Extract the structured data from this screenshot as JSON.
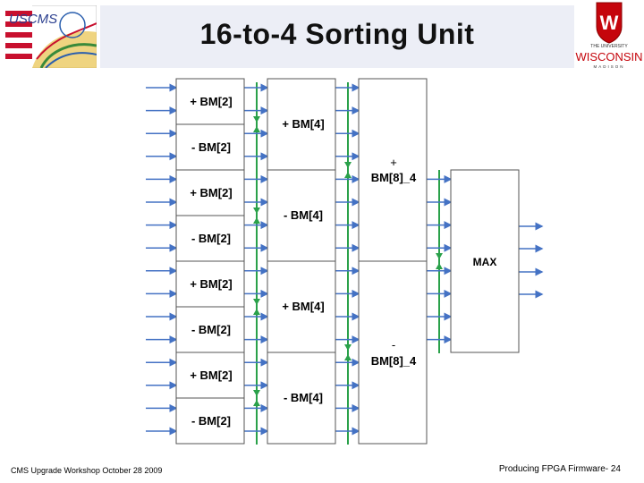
{
  "slide": {
    "title": "16-to-4 Sorting Unit",
    "footer_left": "CMS Upgrade Workshop October 28 2009",
    "footer_right": "Producing FPGA Firmware- 24"
  },
  "logos": {
    "left": {
      "text": "USCMS",
      "icon": "uscms-logo"
    },
    "right": {
      "line1": "THE UNIVERSITY",
      "line2": "WISCONSIN",
      "line3": "MADISON",
      "icon": "uw-madison-logo"
    }
  },
  "diagram": {
    "stage1": [
      "+ BM[2]",
      "- BM[2]",
      "+ BM[2]",
      "- BM[2]",
      "+ BM[2]",
      "- BM[2]",
      "+ BM[2]",
      "- BM[2]"
    ],
    "stage2": [
      "+ BM[4]",
      "- BM[4]",
      "+ BM[4]",
      "- BM[4]"
    ],
    "stage3": [
      {
        "sign": "+",
        "label": "BM[8]_4"
      },
      {
        "sign": "-",
        "label": "BM[8]_4"
      }
    ],
    "stage4": "MAX"
  },
  "colors": {
    "wire": "#4472c4",
    "swap": "#2aa14a",
    "box_border": "#555555",
    "band": "#eceef6"
  }
}
